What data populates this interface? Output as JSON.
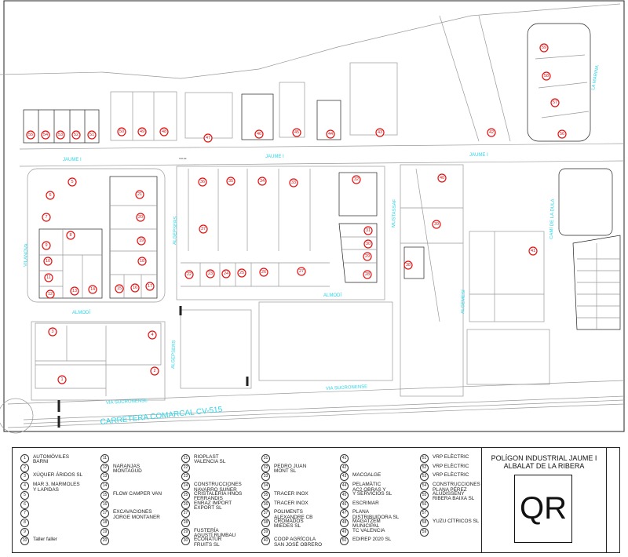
{
  "map": {
    "streets": {
      "jaume_i": "JAUME I",
      "calle": "CALLE",
      "la_marina": "LA MARINA",
      "vilanova": "VILANOVA",
      "algepsers": "ALGEPSERS",
      "mustassaf": "MUSTASSAF",
      "almodi": "ALMODÍ",
      "cami_de_la_dula": "CAMÍ DE LA DULA",
      "algemesi": "ALGEMESÍ",
      "via_sucronense": "VIA SUCRONENSE",
      "carretera": "CARRETERA COMARCAL CV-515"
    },
    "plots": [
      "1",
      "2",
      "3",
      "4",
      "5",
      "6",
      "7",
      "8",
      "9",
      "10",
      "11",
      "12",
      "13",
      "14",
      "15",
      "16",
      "17",
      "18",
      "19",
      "20",
      "21",
      "22",
      "23",
      "24",
      "25",
      "26",
      "27",
      "28",
      "29",
      "30",
      "31",
      "32",
      "33",
      "34",
      "35",
      "36",
      "37",
      "38",
      "39",
      "40",
      "41",
      "42",
      "43",
      "44",
      "45",
      "46",
      "47",
      "48",
      "49",
      "50",
      "51",
      "52",
      "53",
      "54",
      "55",
      "56",
      "57",
      "58",
      "59"
    ],
    "plot_color": "#e01010",
    "street_color": "#2ad4e6"
  },
  "legend": {
    "items": [
      {
        "n": "1",
        "text": "AUTOMÓVILES\nBARNI"
      },
      {
        "n": "2",
        "text": ""
      },
      {
        "n": "3",
        "text": "XÚQUER ÁRIDOS SL"
      },
      {
        "n": "4",
        "text": "MAR 3, MARMOLES\nY LAPIDAS"
      },
      {
        "n": "5",
        "text": ""
      },
      {
        "n": "6",
        "text": ""
      },
      {
        "n": "7",
        "text": ""
      },
      {
        "n": "8",
        "text": ""
      },
      {
        "n": "9",
        "text": ""
      },
      {
        "n": "10",
        "text": "Taller faller"
      },
      {
        "n": "11",
        "text": ""
      },
      {
        "n": "12",
        "text": "NARANJAS\nMONTAGUD"
      },
      {
        "n": "13",
        "text": ""
      },
      {
        "n": "14",
        "text": ""
      },
      {
        "n": "15",
        "text": "FLOW CAMPER VAN"
      },
      {
        "n": "16",
        "text": ""
      },
      {
        "n": "17",
        "text": "EXCAVACIONES\nJORGE MONTANER"
      },
      {
        "n": "18",
        "text": ""
      },
      {
        "n": "19",
        "text": ""
      },
      {
        "n": "20",
        "text": ""
      },
      {
        "n": "21",
        "text": "RIOPLAST\nVALENCIA SL"
      },
      {
        "n": "22",
        "text": ""
      },
      {
        "n": "23",
        "text": ""
      },
      {
        "n": "24",
        "text": "CONSTRUCCIONES\nNAVARRO SUÑER"
      },
      {
        "n": "25",
        "text": "CRISTALERÍA HNOS\nFERRANDIS"
      },
      {
        "n": "26",
        "text": "ENRAZ IMPORT\nEXPORT SL"
      },
      {
        "n": "27",
        "text": ""
      },
      {
        "n": "28",
        "text": ""
      },
      {
        "n": "29",
        "text": "FUSTERÍA\nAGUSTÍ RUMBAU"
      },
      {
        "n": "30",
        "text": "ECONATUR\nFRUITS SL"
      },
      {
        "n": "31",
        "text": ""
      },
      {
        "n": "32",
        "text": "PEDRO JUAN\nMONT SL"
      },
      {
        "n": "33",
        "text": ""
      },
      {
        "n": "34",
        "text": ""
      },
      {
        "n": "35",
        "text": "TRACER INOX"
      },
      {
        "n": "36",
        "text": "TRACER INOX"
      },
      {
        "n": "37",
        "text": "POLIMENTS\nALEXANDRE CB"
      },
      {
        "n": "38",
        "text": "CROMADOS\nMIEDES SL"
      },
      {
        "n": "39",
        "text": ""
      },
      {
        "n": "40",
        "text": "COOP AGRÍCOLA\nSAN JOSÉ OBRERO"
      },
      {
        "n": "41",
        "text": ""
      },
      {
        "n": "42",
        "text": ""
      },
      {
        "n": "43",
        "text": "MACOALGE"
      },
      {
        "n": "44",
        "text": "PELAMÀTIC\nAC2 OBRAS Y"
      },
      {
        "n": "45",
        "text": "Y SERVICIOS SL"
      },
      {
        "n": "46",
        "text": "ESCRIMAR"
      },
      {
        "n": "47",
        "text": "PLANA\nDISTRIBUIDORA SL"
      },
      {
        "n": "48",
        "text": "MAGATZEM\nMUNICIPAL"
      },
      {
        "n": "49",
        "text": "TC VALENCIA"
      },
      {
        "n": "50",
        "text": "EDIREP 2020 SL"
      },
      {
        "n": "51",
        "text": "VRP ELÈCTRIC"
      },
      {
        "n": "52",
        "text": "VRP ELÈCTRIC"
      },
      {
        "n": "53",
        "text": "VRP ELÈCTRIC"
      },
      {
        "n": "54",
        "text": "CONSTRUCCIONES\nPLANA PÉREZ"
      },
      {
        "n": "55",
        "text": "ALUDISSENY\nRIBERA BAIXA SL"
      },
      {
        "n": "56",
        "text": ""
      },
      {
        "n": "57",
        "text": ""
      },
      {
        "n": "58",
        "text": "YUZU CÍTRICOS SL"
      },
      {
        "n": "59",
        "text": ""
      }
    ]
  },
  "title_block": {
    "title": "POLÍGON INDUSTRIAL JAUME I\nALBALAT DE LA RIBERA",
    "qr_label": "QR"
  }
}
